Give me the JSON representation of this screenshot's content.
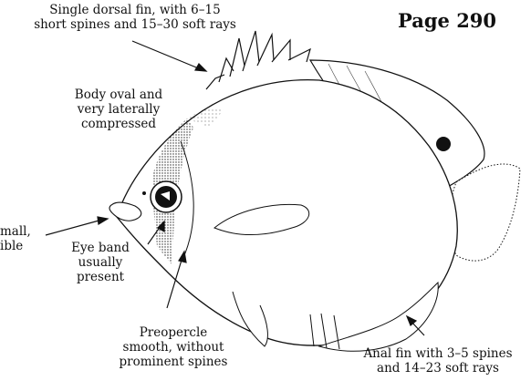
{
  "page_label": "Page 290",
  "labels": {
    "dorsal_fin": [
      "Single dorsal fin, with 6–15",
      "short spines and 15–30 soft rays"
    ],
    "body": [
      "Body oval and",
      "very laterally",
      "compressed"
    ],
    "mouth": [
      "mall,",
      "ible"
    ],
    "eye_band": [
      "Eye band",
      "usually",
      "present"
    ],
    "preopercle": [
      "Preopercle",
      "smooth, without",
      "prominent spines"
    ],
    "anal_fin": [
      "Anal fin with 3–5 spines",
      "and 14–23 soft rays"
    ]
  },
  "colors": {
    "ink": "#111111",
    "background": "#ffffff"
  }
}
